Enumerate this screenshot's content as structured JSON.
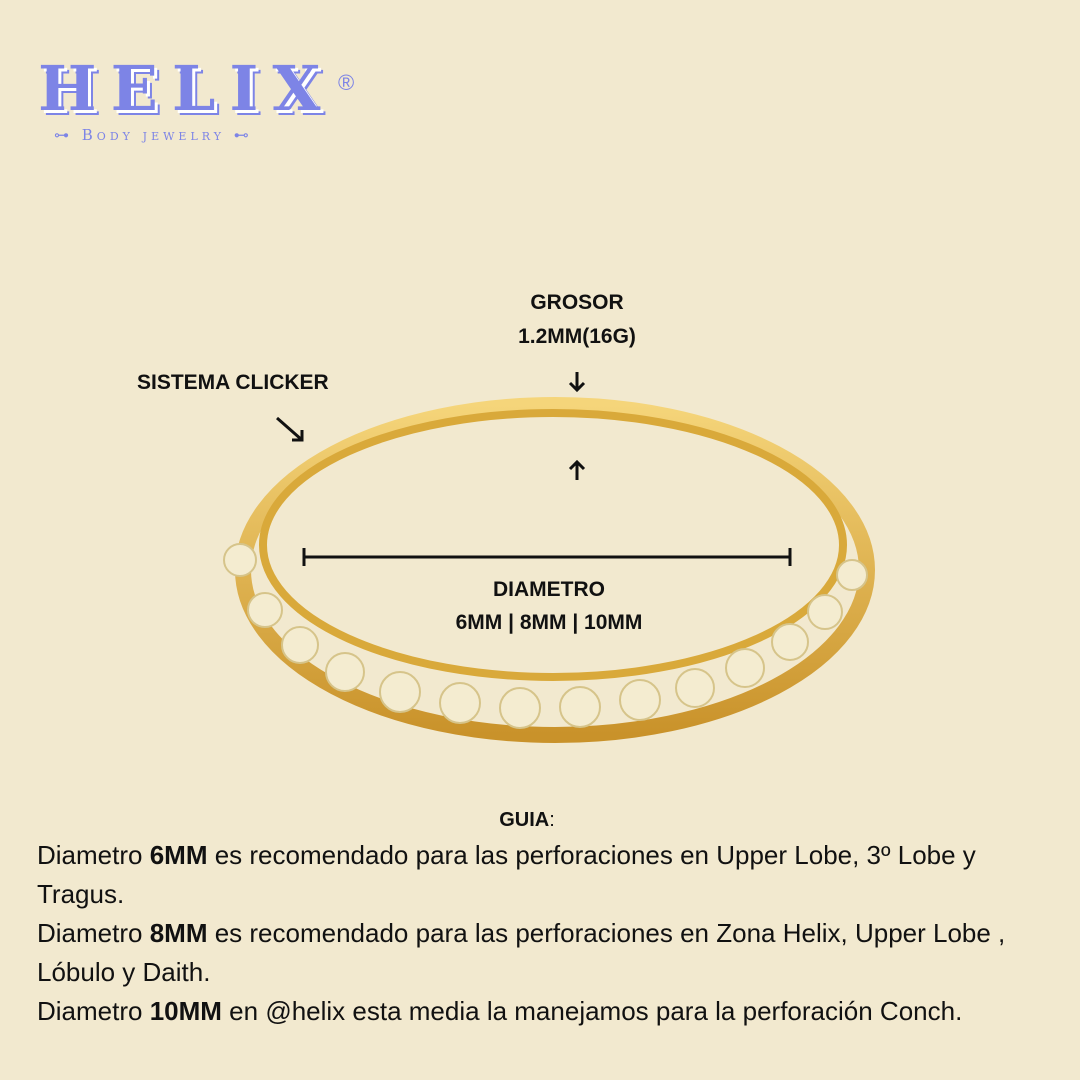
{
  "logo": {
    "word": "HELIX",
    "registered": "®",
    "tagline": "Body jewelry"
  },
  "labels": {
    "grosor_title": "GROSOR",
    "grosor_value": "1.2MM(16G)",
    "clicker": "SISTEMA CLICKER",
    "diametro_title": "DIAMETRO",
    "diametro_values": "6MM | 8MM | 10MM"
  },
  "guide": {
    "title": "GUIA",
    "title_suffix": ":",
    "lines": [
      {
        "a": "Diametro ",
        "b": "6MM",
        "c": " es recomendado para las perforaciones en Upper Lobe, 3º Lobe y Tragus."
      },
      {
        "a": "Diametro ",
        "b": "8MM",
        "c": " es recomendado para las perforaciones en Zona Helix, Upper Lobe , Lóbulo y Daith."
      },
      {
        "a": "Diametro ",
        "b": "10MM",
        "c": " en @helix esta media la manejamos  para la perforación Conch."
      }
    ]
  },
  "colors": {
    "background": "#f2e9cf",
    "brand": "#7d84e6",
    "gold": "#d9a93a"
  }
}
